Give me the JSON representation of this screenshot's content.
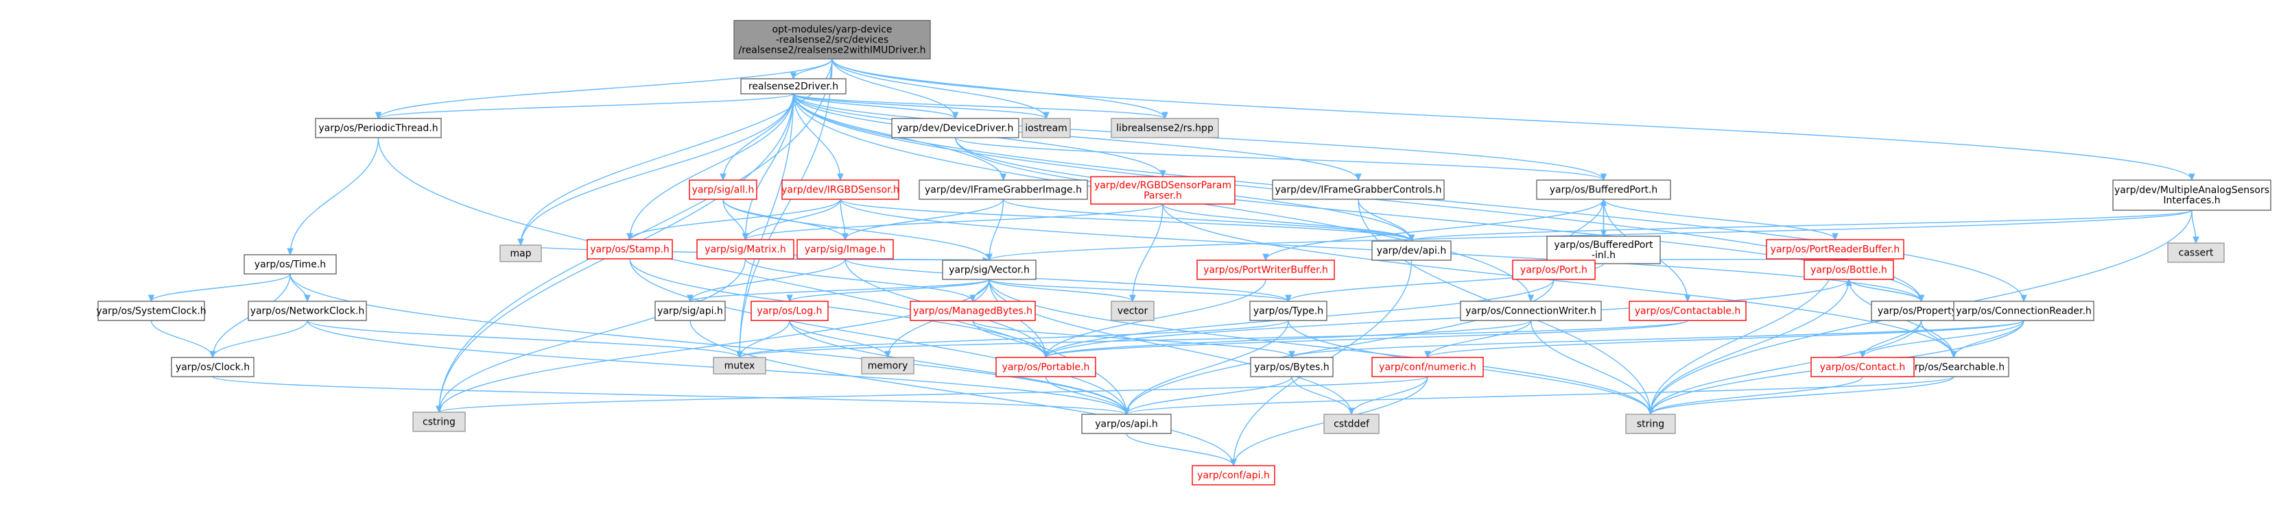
{
  "graph": {
    "colors": {
      "edge": "#63b8ff",
      "root_fill": "#999999",
      "root_stroke": "#666666",
      "node_fill": "#ffffff",
      "node_stroke": "#666666",
      "truncated_stroke": "#ff0000",
      "external_fill": "#e0e0e0",
      "external_stroke": "#999999",
      "text": "#000000",
      "truncated_text": "#ff0000"
    },
    "nodes": {
      "root": {
        "lines": [
          "opt-modules/yarp-device",
          "-realsense2/src/devices",
          "/realsense2/realsense2withIMUDriver.h"
        ],
        "kind": "root"
      },
      "rs2drv": {
        "lines": [
          "realsense2Driver.h"
        ],
        "kind": "normal"
      },
      "pthread": {
        "lines": [
          "yarp/os/PeriodicThread.h"
        ],
        "kind": "normal"
      },
      "devdrv": {
        "lines": [
          "yarp/dev/DeviceDriver.h"
        ],
        "kind": "normal"
      },
      "iostream": {
        "lines": [
          "iostream"
        ],
        "kind": "external"
      },
      "librs": {
        "lines": [
          "librealsense2/rs.hpp"
        ],
        "kind": "external"
      },
      "multi": {
        "lines": [
          "yarp/dev/MultipleAnalogSensors",
          "Interfaces.h"
        ],
        "kind": "normal"
      },
      "cassert": {
        "lines": [
          "cassert"
        ],
        "kind": "external"
      },
      "sigall": {
        "lines": [
          "yarp/sig/all.h"
        ],
        "kind": "truncated"
      },
      "irgbd": {
        "lines": [
          "yarp/dev/IRGBDSensor.h"
        ],
        "kind": "truncated"
      },
      "ifgimg": {
        "lines": [
          "yarp/dev/IFrameGrabberImage.h"
        ],
        "kind": "normal"
      },
      "rgbdpp": {
        "lines": [
          "yarp/dev/RGBDSensorParam",
          "Parser.h"
        ],
        "kind": "truncated"
      },
      "ifgctl": {
        "lines": [
          "yarp/dev/IFrameGrabberControls.h"
        ],
        "kind": "normal"
      },
      "bport": {
        "lines": [
          "yarp/os/BufferedPort.h"
        ],
        "kind": "normal"
      },
      "bportinl": {
        "lines": [
          "yarp/os/BufferedPort",
          "-inl.h"
        ],
        "kind": "normal"
      },
      "devapi": {
        "lines": [
          "yarp/dev/api.h"
        ],
        "kind": "normal"
      },
      "stamp": {
        "lines": [
          "yarp/os/Stamp.h"
        ],
        "kind": "truncated"
      },
      "matrix": {
        "lines": [
          "yarp/sig/Matrix.h"
        ],
        "kind": "truncated"
      },
      "image": {
        "lines": [
          "yarp/sig/Image.h"
        ],
        "kind": "truncated"
      },
      "map": {
        "lines": [
          "map"
        ],
        "kind": "external"
      },
      "time": {
        "lines": [
          "yarp/os/Time.h"
        ],
        "kind": "normal"
      },
      "vector": {
        "lines": [
          "yarp/sig/Vector.h"
        ],
        "kind": "normal"
      },
      "pwbuf": {
        "lines": [
          "yarp/os/PortWriterBuffer.h"
        ],
        "kind": "truncated"
      },
      "port": {
        "lines": [
          "yarp/os/Port.h"
        ],
        "kind": "truncated"
      },
      "prbuf": {
        "lines": [
          "yarp/os/PortReaderBuffer.h"
        ],
        "kind": "truncated"
      },
      "bottle": {
        "lines": [
          "yarp/os/Bottle.h"
        ],
        "kind": "truncated"
      },
      "sysclk": {
        "lines": [
          "yarp/os/SystemClock.h"
        ],
        "kind": "normal"
      },
      "netclk": {
        "lines": [
          "yarp/os/NetworkClock.h"
        ],
        "kind": "normal"
      },
      "sigapi": {
        "lines": [
          "yarp/sig/api.h"
        ],
        "kind": "normal"
      },
      "log": {
        "lines": [
          "yarp/os/Log.h"
        ],
        "kind": "truncated"
      },
      "mbytes": {
        "lines": [
          "yarp/os/ManagedBytes.h"
        ],
        "kind": "truncated"
      },
      "vectorstd": {
        "lines": [
          "vector"
        ],
        "kind": "external"
      },
      "type": {
        "lines": [
          "yarp/os/Type.h"
        ],
        "kind": "normal"
      },
      "connw": {
        "lines": [
          "yarp/os/ConnectionWriter.h"
        ],
        "kind": "normal"
      },
      "contact": {
        "lines": [
          "yarp/os/Contactable.h"
        ],
        "kind": "truncated"
      },
      "prop": {
        "lines": [
          "yarp/os/Property.h"
        ],
        "kind": "normal"
      },
      "connr": {
        "lines": [
          "yarp/os/ConnectionReader.h"
        ],
        "kind": "normal"
      },
      "clock": {
        "lines": [
          "yarp/os/Clock.h"
        ],
        "kind": "normal"
      },
      "mutex": {
        "lines": [
          "mutex"
        ],
        "kind": "external"
      },
      "memory": {
        "lines": [
          "memory"
        ],
        "kind": "external"
      },
      "portable": {
        "lines": [
          "yarp/os/Portable.h"
        ],
        "kind": "truncated"
      },
      "bytes": {
        "lines": [
          "yarp/os/Bytes.h"
        ],
        "kind": "normal"
      },
      "numeric": {
        "lines": [
          "yarp/conf/numeric.h"
        ],
        "kind": "truncated"
      },
      "search": {
        "lines": [
          "yarp/os/Searchable.h"
        ],
        "kind": "normal"
      },
      "contacth": {
        "lines": [
          "yarp/os/Contact.h"
        ],
        "kind": "truncated"
      },
      "cstring": {
        "lines": [
          "cstring"
        ],
        "kind": "external"
      },
      "osapi": {
        "lines": [
          "yarp/os/api.h"
        ],
        "kind": "normal"
      },
      "cstddef": {
        "lines": [
          "cstddef"
        ],
        "kind": "external"
      },
      "string": {
        "lines": [
          "string"
        ],
        "kind": "external"
      },
      "confapi": {
        "lines": [
          "yarp/conf/api.h"
        ],
        "kind": "truncated"
      }
    },
    "edges": [
      [
        "root",
        "rs2drv"
      ],
      [
        "root",
        "pthread"
      ],
      [
        "root",
        "devdrv"
      ],
      [
        "root",
        "iostream"
      ],
      [
        "root",
        "librs"
      ],
      [
        "root",
        "multi"
      ],
      [
        "root",
        "map"
      ],
      [
        "root",
        "mutex"
      ],
      [
        "root",
        "cstring"
      ],
      [
        "rs2drv",
        "pthread"
      ],
      [
        "rs2drv",
        "devdrv"
      ],
      [
        "rs2drv",
        "iostream"
      ],
      [
        "rs2drv",
        "librs"
      ],
      [
        "rs2drv",
        "sigall"
      ],
      [
        "rs2drv",
        "irgbd"
      ],
      [
        "rs2drv",
        "ifgimg"
      ],
      [
        "rs2drv",
        "rgbdpp"
      ],
      [
        "rs2drv",
        "ifgctl"
      ],
      [
        "rs2drv",
        "stamp"
      ],
      [
        "rs2drv",
        "matrix"
      ],
      [
        "rs2drv",
        "map"
      ],
      [
        "rs2drv",
        "mutex"
      ],
      [
        "rs2drv",
        "cstring"
      ],
      [
        "rs2drv",
        "bport"
      ],
      [
        "rs2drv",
        "connw"
      ],
      [
        "rs2drv",
        "prop"
      ],
      [
        "rs2drv",
        "connr"
      ],
      [
        "pthread",
        "time"
      ],
      [
        "pthread",
        "osapi"
      ],
      [
        "devdrv",
        "devapi"
      ],
      [
        "devdrv",
        "bport"
      ],
      [
        "devdrv",
        "prop"
      ],
      [
        "multi",
        "devapi"
      ],
      [
        "multi",
        "cassert"
      ],
      [
        "multi",
        "vector"
      ],
      [
        "multi",
        "string"
      ],
      [
        "sigall",
        "matrix"
      ],
      [
        "sigall",
        "image"
      ],
      [
        "sigall",
        "vector"
      ],
      [
        "irgbd",
        "stamp"
      ],
      [
        "irgbd",
        "matrix"
      ],
      [
        "irgbd",
        "image"
      ],
      [
        "irgbd",
        "devapi"
      ],
      [
        "irgbd",
        "prop"
      ],
      [
        "ifgimg",
        "image"
      ],
      [
        "ifgimg",
        "vector"
      ],
      [
        "ifgimg",
        "devapi"
      ],
      [
        "rgbdpp",
        "matrix"
      ],
      [
        "rgbdpp",
        "devapi"
      ],
      [
        "rgbdpp",
        "vectorstd"
      ],
      [
        "rgbdpp",
        "search"
      ],
      [
        "ifgctl",
        "devapi"
      ],
      [
        "ifgctl",
        "string"
      ],
      [
        "bport",
        "bportinl"
      ],
      [
        "bport",
        "prbuf"
      ],
      [
        "bport",
        "pwbuf"
      ],
      [
        "bport",
        "port"
      ],
      [
        "bport",
        "contact"
      ],
      [
        "bportinl",
        "bport"
      ],
      [
        "bportinl",
        "type"
      ],
      [
        "devapi",
        "confapi"
      ],
      [
        "stamp",
        "portable"
      ],
      [
        "stamp",
        "osapi"
      ],
      [
        "matrix",
        "vector"
      ],
      [
        "matrix",
        "cstring"
      ],
      [
        "matrix",
        "mbytes"
      ],
      [
        "image",
        "map"
      ],
      [
        "image",
        "vector"
      ],
      [
        "image",
        "sigapi"
      ],
      [
        "image",
        "portable"
      ],
      [
        "image",
        "type"
      ],
      [
        "time",
        "sysclk"
      ],
      [
        "time",
        "netclk"
      ],
      [
        "time",
        "clock"
      ],
      [
        "time",
        "osapi"
      ],
      [
        "vector",
        "sigapi"
      ],
      [
        "vector",
        "log"
      ],
      [
        "vector",
        "mbytes"
      ],
      [
        "vector",
        "vectorstd"
      ],
      [
        "vector",
        "type"
      ],
      [
        "vector",
        "cstring"
      ],
      [
        "vector",
        "memory"
      ],
      [
        "vector",
        "portable"
      ],
      [
        "vector",
        "cstddef"
      ],
      [
        "vector",
        "string"
      ],
      [
        "pwbuf",
        "portable"
      ],
      [
        "port",
        "portable"
      ],
      [
        "port",
        "osapi"
      ],
      [
        "prbuf",
        "port"
      ],
      [
        "prbuf",
        "bottle"
      ],
      [
        "prbuf",
        "string"
      ],
      [
        "bottle",
        "prop"
      ],
      [
        "bottle",
        "search"
      ],
      [
        "bottle",
        "portable"
      ],
      [
        "bottle",
        "string"
      ],
      [
        "sysclk",
        "clock"
      ],
      [
        "netclk",
        "clock"
      ],
      [
        "netclk",
        "mutex"
      ],
      [
        "netclk",
        "osapi"
      ],
      [
        "sigapi",
        "confapi"
      ],
      [
        "log",
        "mutex"
      ],
      [
        "log",
        "memory"
      ],
      [
        "log",
        "osapi"
      ],
      [
        "mbytes",
        "bytes"
      ],
      [
        "mbytes",
        "portable"
      ],
      [
        "type",
        "osapi"
      ],
      [
        "type",
        "string"
      ],
      [
        "type",
        "mutex"
      ],
      [
        "connw",
        "numeric"
      ],
      [
        "connw",
        "portable"
      ],
      [
        "connw",
        "string"
      ],
      [
        "contact",
        "portable"
      ],
      [
        "contact",
        "mutex"
      ],
      [
        "prop",
        "bottle"
      ],
      [
        "prop",
        "search"
      ],
      [
        "prop",
        "contacth"
      ],
      [
        "prop",
        "string"
      ],
      [
        "connr",
        "search"
      ],
      [
        "connr",
        "contacth"
      ],
      [
        "connr",
        "string"
      ],
      [
        "connr",
        "bytes"
      ],
      [
        "connr",
        "numeric"
      ],
      [
        "clock",
        "osapi"
      ],
      [
        "portable",
        "osapi"
      ],
      [
        "bytes",
        "osapi"
      ],
      [
        "bytes",
        "cstddef"
      ],
      [
        "numeric",
        "cstring"
      ],
      [
        "numeric",
        "cstddef"
      ],
      [
        "numeric",
        "confapi"
      ],
      [
        "search",
        "osapi"
      ],
      [
        "search",
        "string"
      ],
      [
        "contacth",
        "string"
      ],
      [
        "osapi",
        "confapi"
      ]
    ]
  }
}
